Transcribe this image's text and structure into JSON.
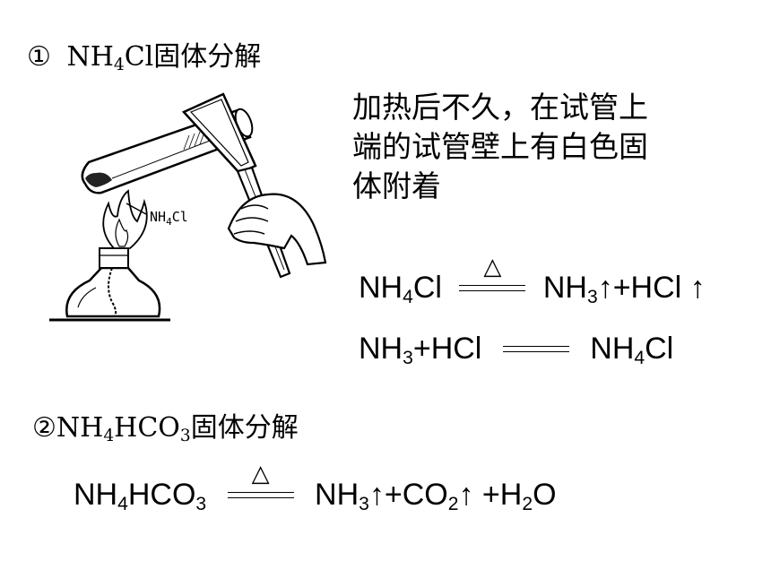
{
  "section1": {
    "number": "①",
    "formula_prefix": "NH",
    "formula_sub": "4",
    "formula_suffix": "Cl",
    "title": "固体分解",
    "apparatus_label_prefix": "NH",
    "apparatus_label_sub": "4",
    "apparatus_label_suffix": "Cl"
  },
  "description": {
    "line1": "加热后不久，在试管上",
    "line2": "端的试管壁上有白色固",
    "line3": "体附着"
  },
  "equation1": {
    "lhs_a": "NH",
    "lhs_sub": "4",
    "lhs_b": "Cl",
    "condition": "△",
    "rhs_a": "NH",
    "rhs_sub": "3",
    "rhs_b": "↑+HCl ↑"
  },
  "equation2": {
    "lhs_a": "NH",
    "lhs_sub": "3",
    "lhs_b": "+HCl",
    "rhs_a": "NH",
    "rhs_sub": "4",
    "rhs_b": "Cl"
  },
  "section2": {
    "number": "②",
    "formula_a": "NH",
    "formula_sub1": "4",
    "formula_b": "HCO",
    "formula_sub2": "3",
    "title": "固体分解"
  },
  "equation3": {
    "lhs_a": "NH",
    "lhs_sub1": "4",
    "lhs_b": "HCO",
    "lhs_sub2": "3",
    "condition": "△",
    "rhs_a": "NH",
    "rhs_sub1": "3",
    "rhs_b": "↑+CO",
    "rhs_sub2": "2",
    "rhs_c": "↑ +H",
    "rhs_sub3": "2",
    "rhs_d": "O"
  }
}
